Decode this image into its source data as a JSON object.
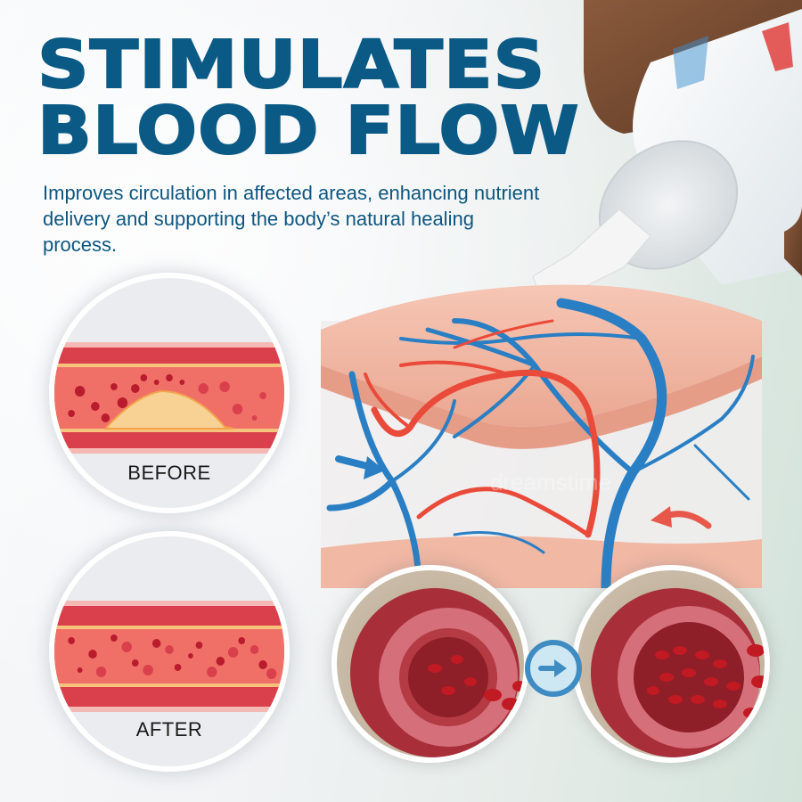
{
  "headline": {
    "line1": "STIMULATES",
    "line2": "BLOOD FLOW"
  },
  "subtext": "Improves circulation in affected areas, enhancing nutrient delivery and supporting the body’s natural healing process.",
  "comparison": {
    "before_label": "BEFORE",
    "after_label": "AFTER"
  },
  "illustration": {
    "skin_block": "skin-cross-section-with-arteries-and-veins",
    "tube": "cream-tube-held-by-hand",
    "vessel_before": "narrow-vessel-few-blood-cells",
    "vessel_after": "open-vessel-many-blood-cells",
    "transition_icon": "arrow-right-icon",
    "watermark": "dreamstime"
  },
  "colors": {
    "headline": "#0b5a86",
    "subtext": "#0d5680",
    "artery": "#ea4a3a",
    "vein": "#2a7fc4",
    "skin": "#f2b8a6",
    "arrow_button_fill": "#cde8f3",
    "arrow_button_border": "#3f8cc3"
  }
}
